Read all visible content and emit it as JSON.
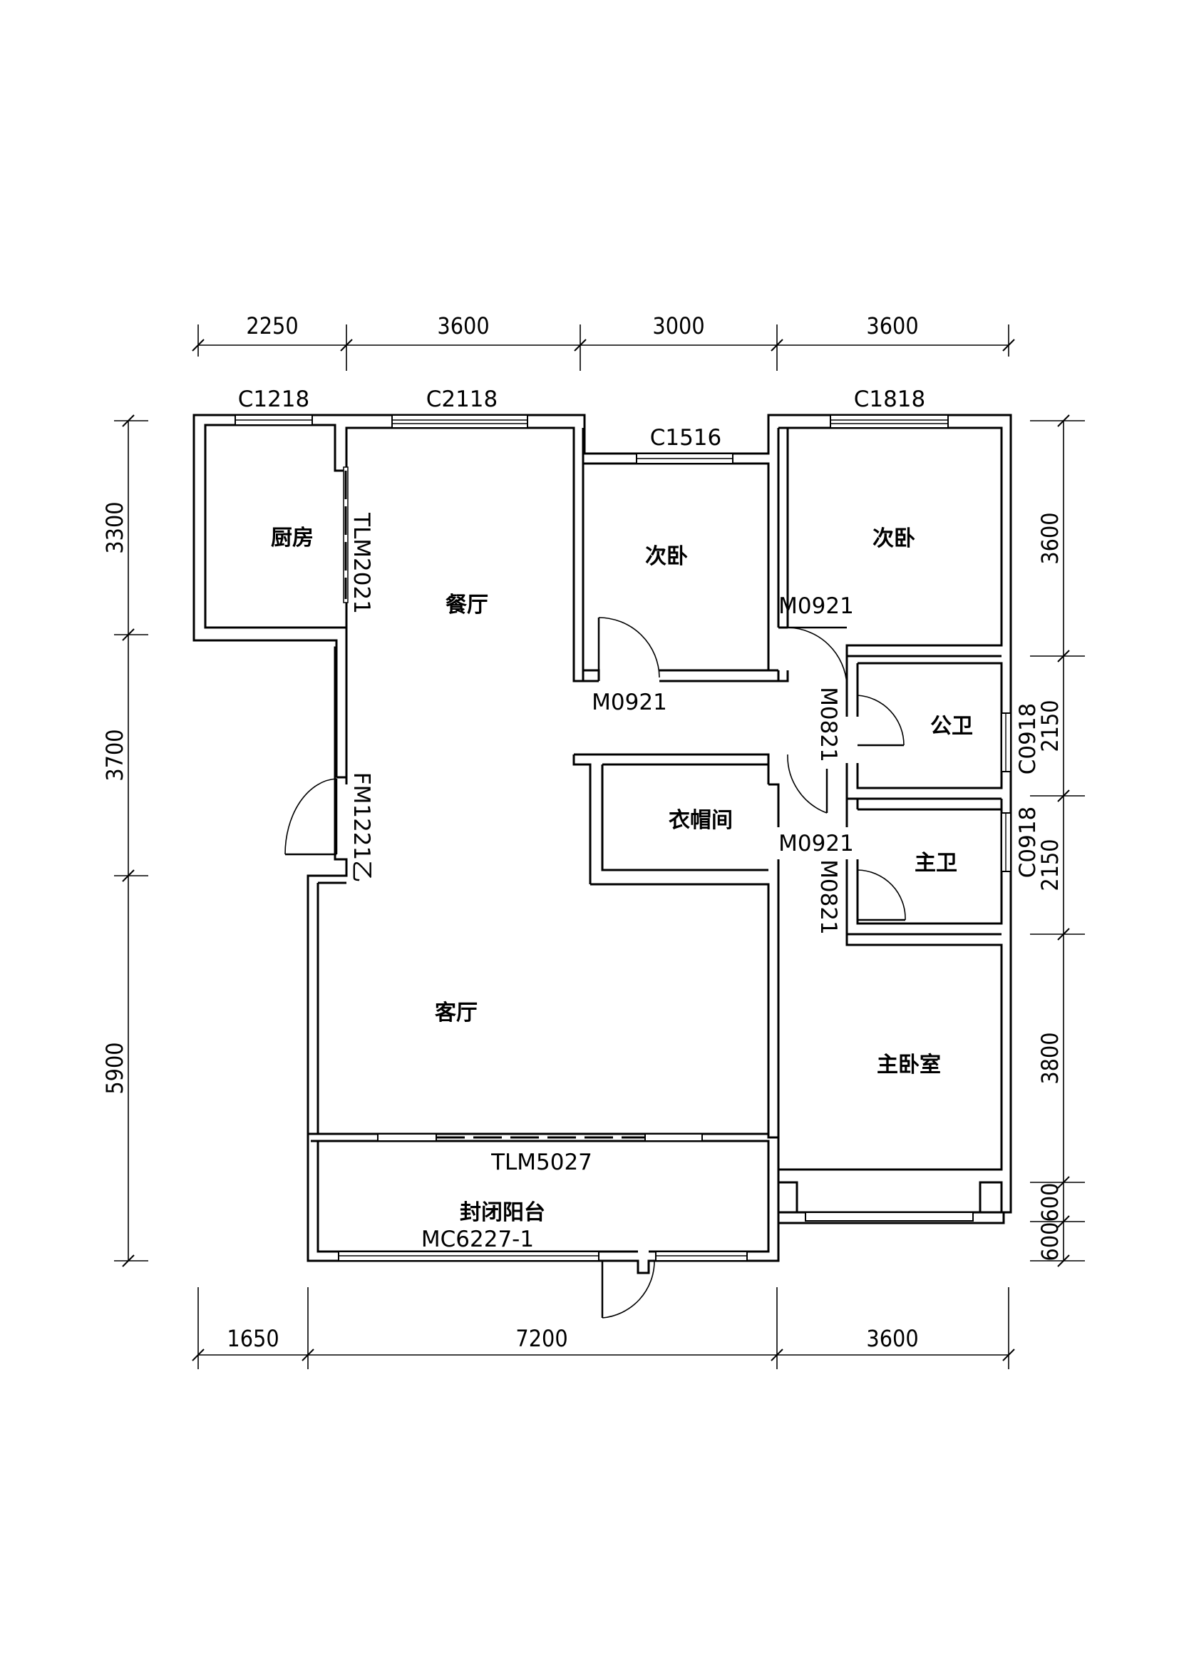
{
  "dimensions": {
    "top": [
      "2250",
      "3600",
      "3000",
      "3600"
    ],
    "bottom": [
      "1650",
      "7200",
      "3600"
    ],
    "left": [
      "3300",
      "3700",
      "5900"
    ],
    "right": [
      "3600",
      "2150",
      "2150",
      "3800",
      "600",
      "600"
    ]
  },
  "rooms": {
    "kitchen": "厨房",
    "dining": "餐厅",
    "bedroom_a": "次卧",
    "bedroom_b": "次卧",
    "public_bath": "公卫",
    "cloakroom": "衣帽间",
    "master_bath": "主卫",
    "living": "客厅",
    "master_bedroom": "主卧室",
    "balcony": "封闭阳台"
  },
  "openings": {
    "win_kitchen": "C1218",
    "win_dining": "C2118",
    "win_bedroom_a": "C1516",
    "win_bedroom_b": "C1818",
    "win_public_bath": "C0918",
    "win_master_bath": "C0918",
    "door_kitchen": "TLM2021",
    "door_entry": "FM1221乙",
    "door_bedroom_a": "M0921",
    "door_bedroom_b": "M0921",
    "door_public_bath": "M0821",
    "door_master_bedroom": "M0921",
    "door_master_bath": "M0821",
    "door_balcony": "TLM5027",
    "win_balcony": "MC6227-1"
  }
}
